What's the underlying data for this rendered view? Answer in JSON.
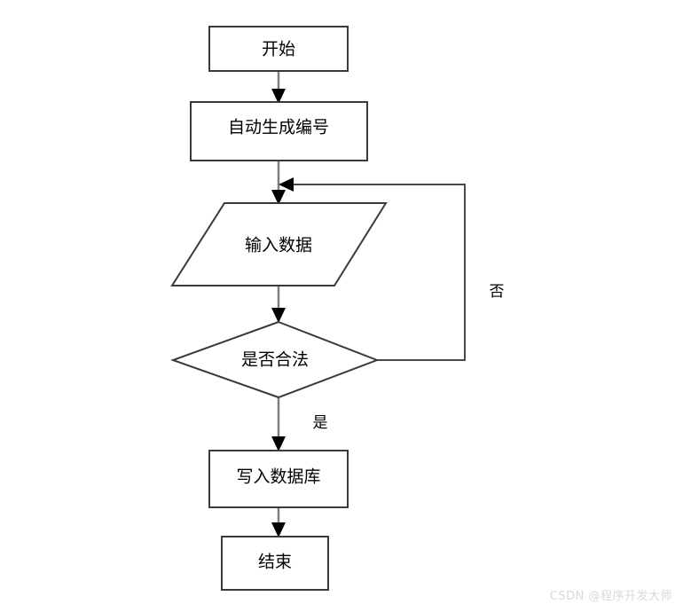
{
  "diagram": {
    "type": "flowchart",
    "title": "",
    "orientation": "top-to-bottom",
    "background_color": "#ffffff",
    "shape_fill": "#ffffff",
    "shape_stroke": "#3a3a3a",
    "connector_color": "#7f7f7f",
    "arrowhead_color": "#000000",
    "loop_line_color": "#4a4a4a",
    "nodes": [
      {
        "id": "start",
        "label": "开始",
        "shape": "rectangle"
      },
      {
        "id": "auto_id",
        "label": "自动生成编号",
        "shape": "rectangle"
      },
      {
        "id": "input",
        "label": "输入数据",
        "shape": "parallelogram"
      },
      {
        "id": "check",
        "label": "是否合法",
        "shape": "diamond"
      },
      {
        "id": "write_db",
        "label": "写入数据库",
        "shape": "rectangle"
      },
      {
        "id": "end",
        "label": "结束",
        "shape": "rectangle"
      }
    ],
    "edges": [
      {
        "from": "start",
        "to": "auto_id",
        "label": ""
      },
      {
        "from": "auto_id",
        "to": "input",
        "label": ""
      },
      {
        "from": "input",
        "to": "check",
        "label": ""
      },
      {
        "from": "check",
        "to": "write_db",
        "label": "是"
      },
      {
        "from": "check",
        "to": "input",
        "label": "否"
      },
      {
        "from": "write_db",
        "to": "end",
        "label": ""
      }
    ],
    "edge_labels": {
      "yes": "是",
      "no": "否"
    }
  },
  "watermark": {
    "text": "CSDN @程序开发大师"
  }
}
